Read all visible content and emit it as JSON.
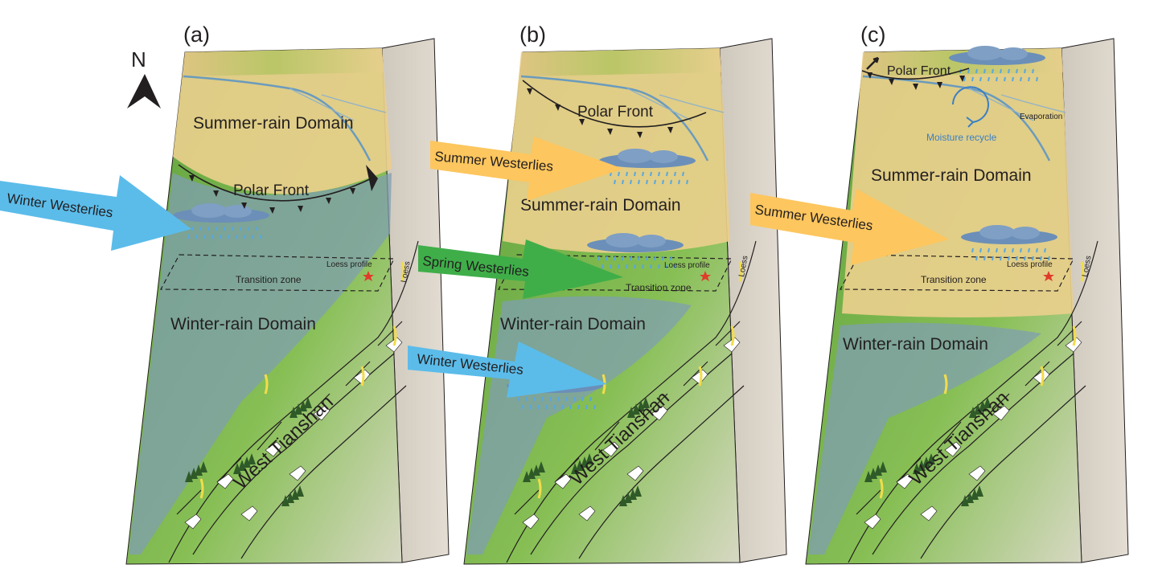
{
  "compass": {
    "label": "N",
    "icon": "north-arrow-icon"
  },
  "panels": [
    {
      "id": "a",
      "label": "(a)",
      "polar_front": "Polar Front",
      "upper_domain": "Summer-rain Domain",
      "lower_domain": "Winter-rain Domain",
      "transition": "Transition zone",
      "loess_profile": "Loess profile",
      "loess": "Loess",
      "mountain": "West Tianshan",
      "arrows": [
        {
          "label": "Winter Westerlies",
          "color": "#5bbcea"
        }
      ]
    },
    {
      "id": "b",
      "label": "(b)",
      "polar_front": "Polar Front",
      "upper_domain": "Summer-rain Domain",
      "lower_domain": "Winter-rain Domain",
      "transition": "Transition zone",
      "loess_profile": "Loess profile",
      "loess": "Loess",
      "mountain": "West Tianshan",
      "arrows": [
        {
          "label": "Summer Westerlies",
          "color": "#fdc65e"
        },
        {
          "label": "Spring Westerlies",
          "color": "#3fae49"
        },
        {
          "label": "Winter Westerlies",
          "color": "#5bbcea"
        }
      ]
    },
    {
      "id": "c",
      "label": "(c)",
      "polar_front": "Polar Front",
      "upper_domain": "Summer-rain Domain",
      "lower_domain": "Winter-rain Domain",
      "transition": "Transition zone",
      "loess_profile": "Loess profile",
      "loess": "Loess",
      "mountain": "West Tianshan",
      "evaporation": "Evaporation",
      "moisture_recycle": "Moisture recycle",
      "arrows": [
        {
          "label": "Summer Westerlies",
          "color": "#fdc65e"
        }
      ]
    }
  ],
  "colors": {
    "summer_domain": "#e9cf8c",
    "winter_domain": "#7f9fb0",
    "vegetation": "#6fae45",
    "side_face": "#d8d2c7",
    "cloud": "#6b8fb8",
    "rain": "#5aa7dc",
    "star": "#e03b2b"
  }
}
